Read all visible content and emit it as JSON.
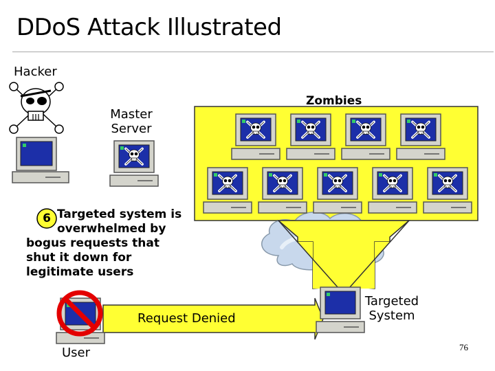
{
  "title": "DDoS Attack Illustrated",
  "labels": {
    "hacker": "Hacker",
    "master_line1": "Master",
    "master_line2": "Server",
    "zombies": "Zombies",
    "step_number": "6",
    "step_line1": "Targeted system is",
    "step_line2": "overwhelmed by",
    "step_line3": "bogus requests that",
    "step_line4": "shut it down for",
    "step_line5": "legitimate users",
    "request_denied": "Request Denied",
    "targeted_line1": "Targeted",
    "targeted_line2": "System",
    "user": "User",
    "page_number": "76"
  },
  "colors": {
    "zombie_box": "#ffff33",
    "screen": "#1c2fa8",
    "monitor": "#d4d4cc",
    "arrow": "#ffff33",
    "prohibit": "#e30000",
    "cloud": "#c8d8ec"
  },
  "icons": [
    "skull-crossbones-icon",
    "computer-icon",
    "no-entry-icon",
    "cloud-icon"
  ]
}
